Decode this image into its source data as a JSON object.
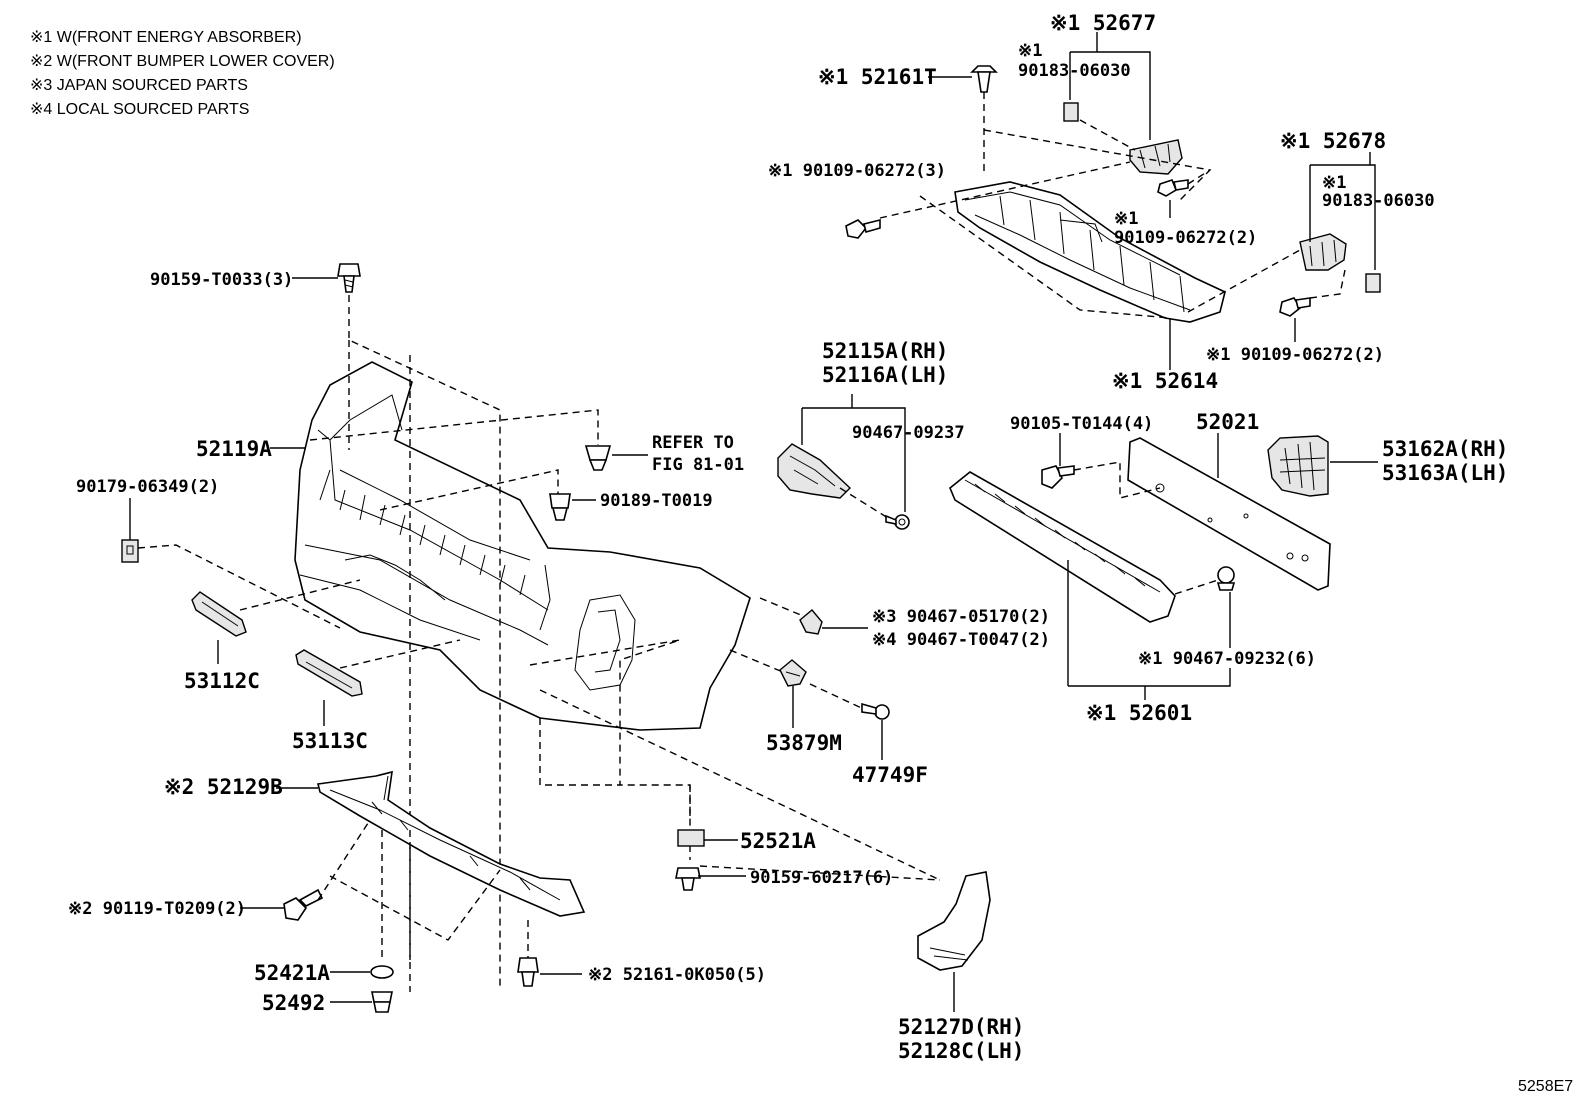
{
  "notes": [
    "※1 W(FRONT ENERGY ABSORBER)",
    "※2 W(FRONT BUMPER LOWER COVER)",
    "※3 JAPAN SOURCED PARTS",
    "※4 LOCAL SOURCED PARTS"
  ],
  "diagram_code": "5258E7",
  "callouts": {
    "c52677": "※1 52677",
    "c90183a_mark": "※1",
    "c90183a": "90183-06030",
    "c52161T": "※1 52161T",
    "c90109_3": "※1 90109-06272(3)",
    "c52678": "※1 52678",
    "c90183b_mark": "※1",
    "c90183b": "90183-06030",
    "c90109_2a_mark": "※1",
    "c90109_2a": "90109-06272(2)",
    "c90109_2b": "※1 90109-06272(2)",
    "c52614": "※1 52614",
    "c90159_3": "90159-T0033(3)",
    "c52115": "52115A(RH)",
    "c52116": "52116A(LH)",
    "c90467_09237": "90467-09237",
    "c90105": "90105-T0144(4)",
    "c52021": "52021",
    "c53162": "53162A(RH)",
    "c53163": "53163A(LH)",
    "c52119A": "52119A",
    "c_refer1": "REFER TO",
    "c_refer2": "FIG 81-01",
    "c90179": "90179-06349(2)",
    "c90189": "90189-T0019",
    "c53112C": "53112C",
    "c90467_05170": "※3 90467-05170(2)",
    "c90467_T0047": "※4 90467-T0047(2)",
    "c90467_09232": "※1 90467-09232(6)",
    "c53113C": "53113C",
    "c53879M": "53879M",
    "c52601": "※1 52601",
    "c47749F": "47749F",
    "c52129B": "※2 52129B",
    "c52521A": "52521A",
    "c90159_6": "90159-60217(6)",
    "c90119": "※2 90119-T0209(2)",
    "c52421A": "52421A",
    "c52161_0K": "※2 52161-0K050(5)",
    "c52492": "52492",
    "c52127": "52127D(RH)",
    "c52128": "52128C(LH)"
  }
}
